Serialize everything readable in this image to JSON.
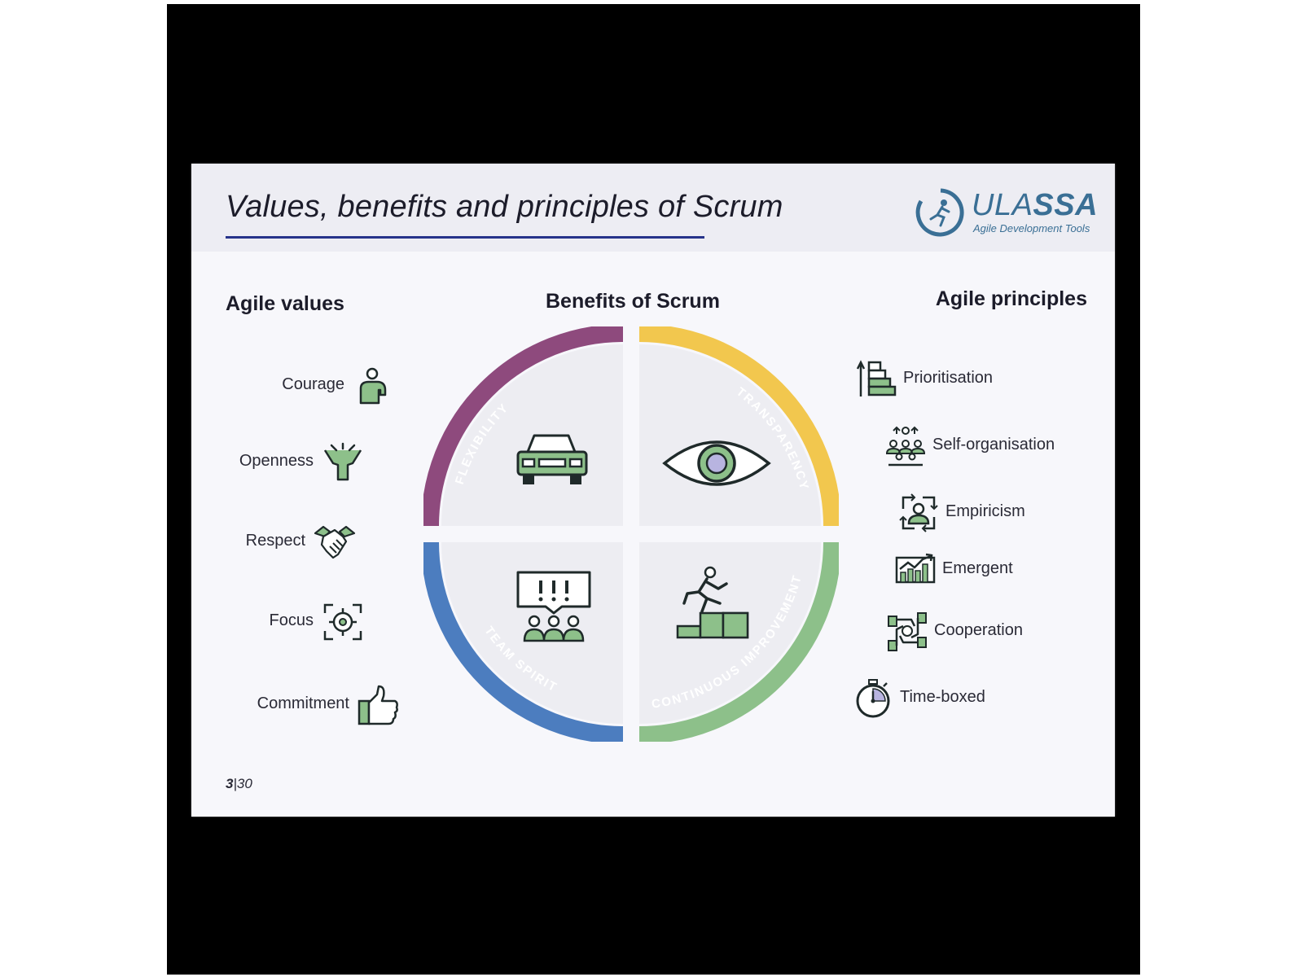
{
  "slide": {
    "title": "Values, benefits and principles of Scrum",
    "page_current": "3",
    "page_separator": "|",
    "page_total": "30"
  },
  "logo": {
    "name_light": "ULA",
    "name_bold": "SSA",
    "tagline": "Agile Development Tools"
  },
  "values": {
    "heading": "Agile values",
    "items": [
      {
        "label": "Courage",
        "icon": "person-icon"
      },
      {
        "label": "Openness",
        "icon": "open-arms-icon"
      },
      {
        "label": "Respect",
        "icon": "handshake-icon"
      },
      {
        "label": "Focus",
        "icon": "target-icon"
      },
      {
        "label": "Commitment",
        "icon": "thumbs-up-icon"
      }
    ]
  },
  "benefits": {
    "heading": "Benefits of Scrum",
    "quadrants": [
      {
        "label": "FLEXIBILITY",
        "color": "#8e4a7d",
        "icon": "car-icon"
      },
      {
        "label": "TRANSPARENCY",
        "color": "#f2c74e",
        "icon": "eye-icon"
      },
      {
        "label": "TEAM SPIRIT",
        "color": "#4c7dbf",
        "icon": "team-speech-icon"
      },
      {
        "label": "CONTINUOUS IMPROVEMENT",
        "color": "#8dc08a",
        "icon": "climbing-steps-icon"
      }
    ]
  },
  "principles": {
    "heading": "Agile principles",
    "items": [
      {
        "label": "Prioritisation",
        "icon": "priority-bars-icon"
      },
      {
        "label": "Self-organisation",
        "icon": "group-icon"
      },
      {
        "label": "Empiricism",
        "icon": "cycle-person-icon"
      },
      {
        "label": "Emergent",
        "icon": "growth-chart-icon"
      },
      {
        "label": "Cooperation",
        "icon": "joined-hands-icon"
      },
      {
        "label": "Time-boxed",
        "icon": "stopwatch-icon"
      }
    ]
  },
  "colors": {
    "title_rule": "#27338a",
    "logo": "#3a6f95",
    "icon_green": "#8dc08a",
    "icon_dark": "#1f2a2a",
    "eye_iris": "#b8b4e0"
  }
}
